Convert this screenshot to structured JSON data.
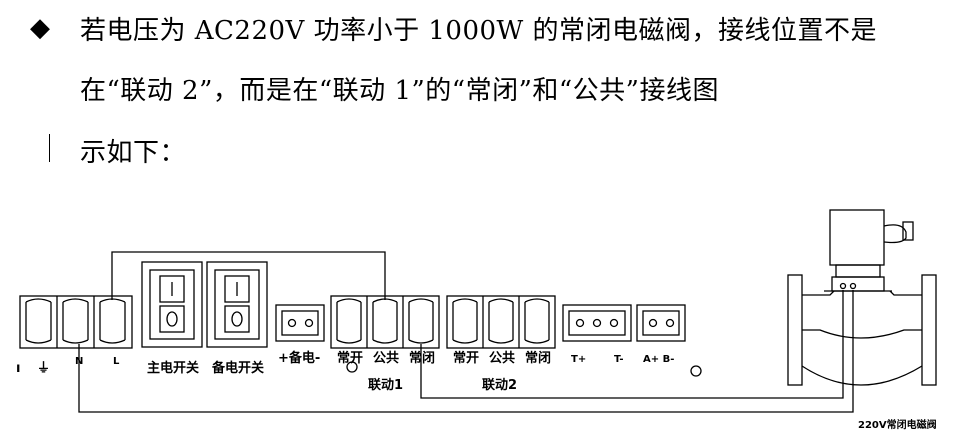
{
  "text": {
    "bullet": "◆",
    "line1": "若电压为 AC220V 功率小于 1000W 的常闭电磁阀，接线位置不是",
    "line2": "在“联动 2”，而是在“联动 1”的“常闭”和“公共”接线图",
    "line3": "示如下："
  },
  "diagram": {
    "ground_symbol": "⏚",
    "n_label": "N",
    "l_label": "L",
    "main_switch": "主电开关",
    "backup_switch": "备电开关",
    "backup_power": "+备电-",
    "no1": "常开",
    "com1": "公共",
    "nc1": "常闭",
    "link1": "联动1",
    "no2": "常开",
    "com2": "公共",
    "nc2": "常闭",
    "link2": "联动2",
    "t_plus": "T+",
    "t_minus": "T-",
    "ab": "A+ B-",
    "valve_label": "220V常闭电磁阀"
  }
}
